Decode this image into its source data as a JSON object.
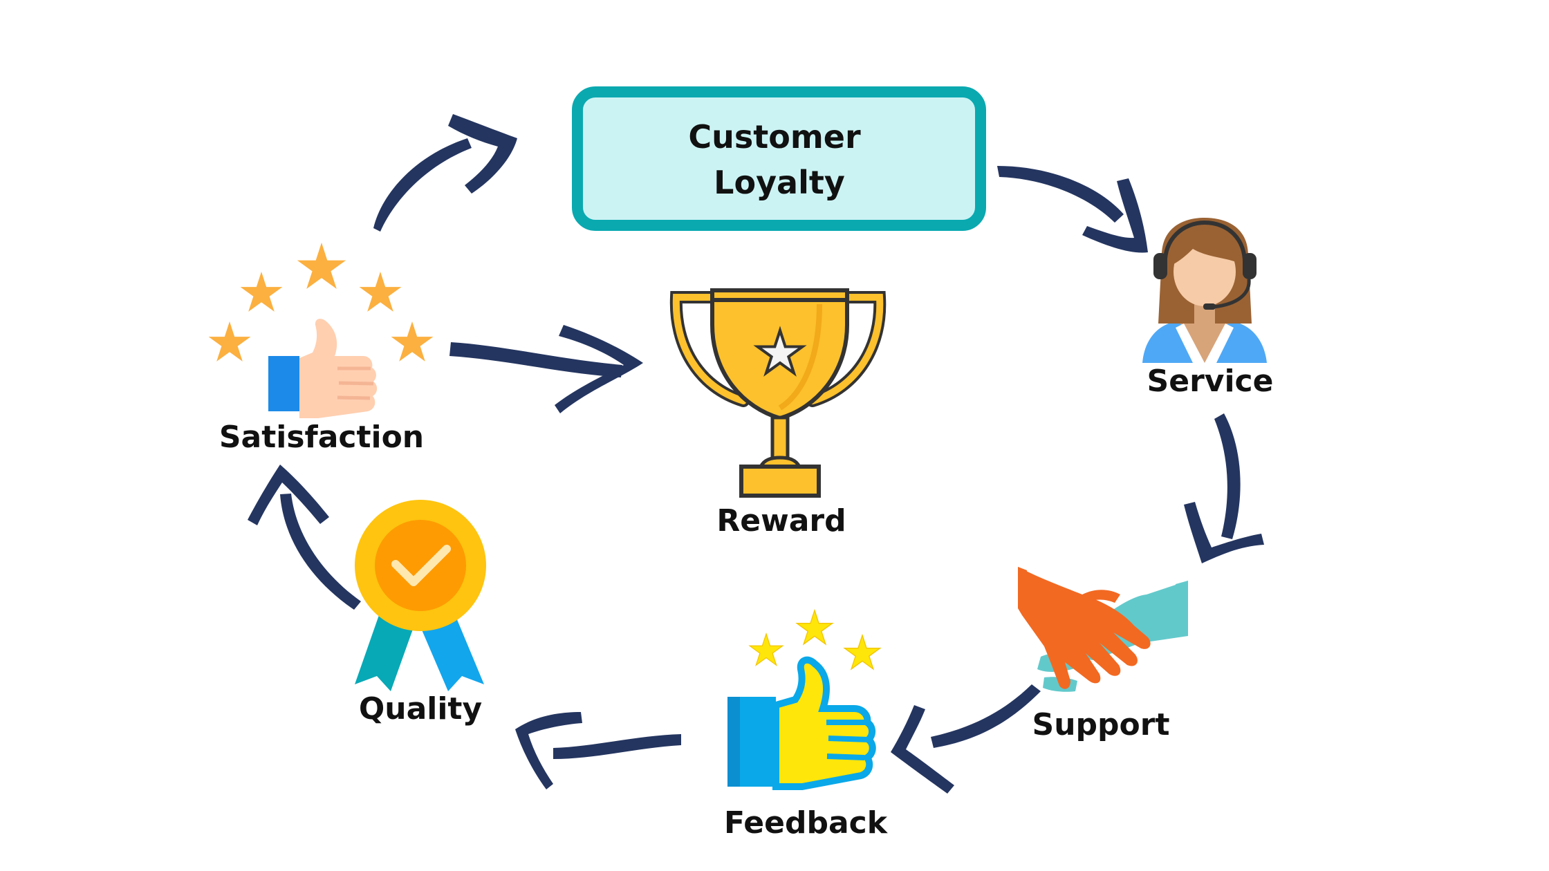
{
  "diagram": {
    "title_box": {
      "lines": [
        "Customer",
        "Loyalty"
      ],
      "fill": "#CCF3F4",
      "stroke": "#0AA9B0"
    },
    "nodes": {
      "service": {
        "label": "Service",
        "icon": "customer-service-agent-icon"
      },
      "support": {
        "label": "Support",
        "icon": "handshake-icon"
      },
      "feedback": {
        "label": "Feedback",
        "icon": "thumbs-up-stars-icon"
      },
      "quality": {
        "label": "Quality",
        "icon": "quality-medal-icon"
      },
      "satisfaction": {
        "label": "Satisfaction",
        "icon": "thumbs-up-rating-icon"
      },
      "reward": {
        "label": "Reward",
        "icon": "trophy-icon"
      }
    },
    "arrow_color": "#243560"
  }
}
